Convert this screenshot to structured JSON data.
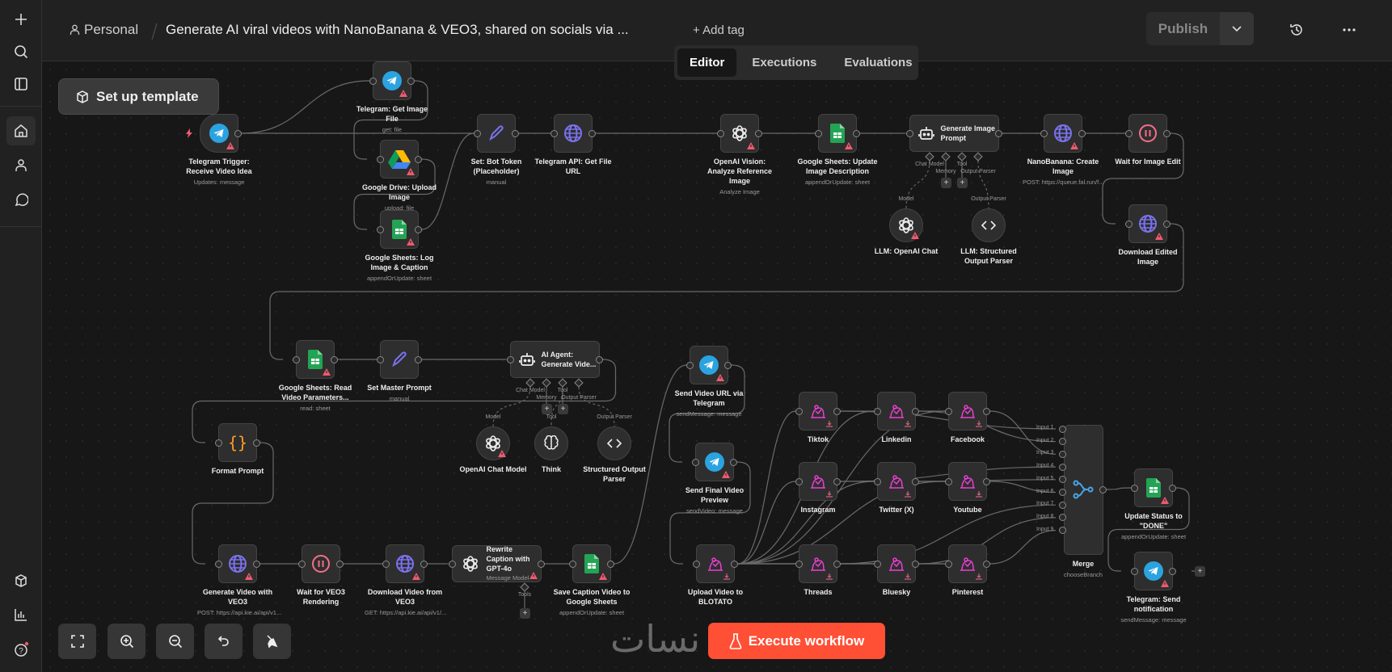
{
  "header": {
    "project": "Personal",
    "title": "Generate AI viral videos with NanoBanana & VEO3, shared on socials via ...",
    "add_tag": "+ Add tag",
    "publish": "Publish"
  },
  "tabs": [
    {
      "label": "Editor",
      "active": true
    },
    {
      "label": "Executions"
    },
    {
      "label": "Evaluations"
    }
  ],
  "setup_template": "Set up template",
  "execute_workflow": "Execute workflow",
  "watermark": "نسات",
  "colors": {
    "accent": "#ff4f35",
    "telegram": "#2aa3e0",
    "globe": "#7b72ee",
    "wait": "#f36f8a",
    "warning": "#ef5a6f",
    "blotato": "#e83fd0"
  },
  "agent_ports": [
    "Chat Model",
    "Memory",
    "Tool",
    "Output Parser"
  ],
  "rewrite_ports": [
    "Tools"
  ],
  "subnode_ports": {
    "model": "Model",
    "tool": "Tool",
    "parser": "Output Parser"
  },
  "merge_inputs": [
    "Input 1",
    "Input 2",
    "Input 3",
    "Input 4",
    "Input 5",
    "Input 6",
    "Input 7",
    "Input 8",
    "Input 9"
  ],
  "nodes": [
    {
      "id": "trigger",
      "label": "Telegram Trigger: Receive Video Idea",
      "sub": "Updates: message",
      "icon": "telegram",
      "kind": "trigger",
      "warn": true
    },
    {
      "id": "getimg",
      "label": "Telegram: Get Image File",
      "sub": "get: file",
      "icon": "telegram",
      "kind": "square",
      "warn": true
    },
    {
      "id": "gdrive",
      "label": "Google Drive: Upload Image",
      "sub": "upload: file",
      "icon": "gdrive",
      "kind": "square",
      "warn": true
    },
    {
      "id": "gslog",
      "label": "Google Sheets: Log Image & Caption",
      "sub": "appendOrUpdate: sheet",
      "icon": "sheets",
      "kind": "square",
      "warn": true
    },
    {
      "id": "setbot",
      "label": "Set: Bot Token (Placeholder)",
      "sub": "manual",
      "icon": "pen",
      "kind": "square",
      "warn": false
    },
    {
      "id": "tgapi",
      "label": "Telegram API: Get File URL",
      "sub": "",
      "icon": "globe",
      "kind": "square",
      "warn": false
    },
    {
      "id": "vision",
      "label": "OpenAI Vision: Analyze Reference Image",
      "sub": "Analyze Image",
      "icon": "openai",
      "kind": "square",
      "warn": true
    },
    {
      "id": "gsupd",
      "label": "Google Sheets: Update Image Description",
      "sub": "appendOrUpdate: sheet",
      "icon": "sheets",
      "kind": "square",
      "warn": true
    },
    {
      "id": "genprompt",
      "label": "Generate Image Prompt",
      "sub": "",
      "icon": "robot",
      "kind": "wide",
      "warn": false
    },
    {
      "id": "nano",
      "label": "NanoBanana: Create Image",
      "sub": "POST: https://queue.fal.run/f...",
      "icon": "globe",
      "kind": "square",
      "warn": true
    },
    {
      "id": "waitimg",
      "label": "Wait for Image Edit",
      "sub": "",
      "icon": "wait",
      "kind": "square",
      "warn": false
    },
    {
      "id": "dlimg",
      "label": "Download Edited Image",
      "sub": "",
      "icon": "globe",
      "kind": "square",
      "warn": true
    },
    {
      "id": "llmchat",
      "label": "LLM: OpenAI Chat",
      "sub": "",
      "icon": "openai",
      "kind": "circle",
      "warn": true
    },
    {
      "id": "llmparser",
      "label": "LLM: Structured Output Parser",
      "sub": "",
      "icon": "code",
      "kind": "circle",
      "warn": false
    },
    {
      "id": "gsread",
      "label": "Google Sheets: Read Video Parameters...",
      "sub": "read: sheet",
      "icon": "sheets",
      "kind": "square",
      "warn": true
    },
    {
      "id": "master",
      "label": "Set Master Prompt",
      "sub": "manual",
      "icon": "pen",
      "kind": "square",
      "warn": false
    },
    {
      "id": "agent",
      "label": "AI Agent: Generate Vide...",
      "sub": "",
      "icon": "robot",
      "kind": "wide",
      "warn": false
    },
    {
      "id": "chatmodel",
      "label": "OpenAI Chat Model",
      "sub": "",
      "icon": "openai",
      "kind": "circle",
      "warn": true
    },
    {
      "id": "think",
      "label": "Think",
      "sub": "",
      "icon": "brain",
      "kind": "circle",
      "warn": false
    },
    {
      "id": "parser",
      "label": "Structured Output Parser",
      "sub": "",
      "icon": "code",
      "kind": "circle",
      "warn": false
    },
    {
      "id": "format",
      "label": "Format Prompt",
      "sub": "",
      "icon": "braces",
      "kind": "square",
      "warn": false
    },
    {
      "id": "genvid",
      "label": "Generate Video with VEO3",
      "sub": "POST: https://api.kie.ai/api/v1...",
      "icon": "globe",
      "kind": "square",
      "warn": true
    },
    {
      "id": "waitveo",
      "label": "Wait for VEO3 Rendering",
      "sub": "",
      "icon": "wait",
      "kind": "square",
      "warn": false
    },
    {
      "id": "dlveo",
      "label": "Download Video from VEO3",
      "sub": "GET: https://api.kie.ai/api/v1/...",
      "icon": "globe",
      "kind": "square",
      "warn": true
    },
    {
      "id": "rewrite",
      "label": "Rewrite Caption with GPT-4o",
      "sub": "Message Model",
      "icon": "openai",
      "kind": "wide",
      "warn": true
    },
    {
      "id": "savecap",
      "label": "Save Caption Video to Google Sheets",
      "sub": "appendOrUpdate: sheet",
      "icon": "sheets",
      "kind": "square",
      "warn": true
    },
    {
      "id": "sendurl",
      "label": "Send Video URL via Telegram",
      "sub": "sendMessage: message",
      "icon": "telegram",
      "kind": "square",
      "warn": true
    },
    {
      "id": "preview",
      "label": "Send Final Video Preview",
      "sub": "sendVideo: message",
      "icon": "telegram",
      "kind": "square",
      "warn": true
    },
    {
      "id": "upload",
      "label": "Upload Video to BLOTATO",
      "sub": "",
      "icon": "blotato",
      "kind": "square",
      "warn": false,
      "blot": true
    },
    {
      "id": "tiktok",
      "label": "Tiktok",
      "sub": "",
      "icon": "blotato",
      "kind": "square",
      "blot": true
    },
    {
      "id": "linkedin",
      "label": "Linkedin",
      "sub": "",
      "icon": "blotato",
      "kind": "square",
      "blot": true
    },
    {
      "id": "facebook",
      "label": "Facebook",
      "sub": "",
      "icon": "blotato",
      "kind": "square",
      "blot": true
    },
    {
      "id": "instagram",
      "label": "Instagram",
      "sub": "",
      "icon": "blotato",
      "kind": "square",
      "blot": true
    },
    {
      "id": "twitter",
      "label": "Twitter (X)",
      "sub": "",
      "icon": "blotato",
      "kind": "square",
      "blot": true
    },
    {
      "id": "youtube",
      "label": "Youtube",
      "sub": "",
      "icon": "blotato",
      "kind": "square",
      "blot": true
    },
    {
      "id": "threads",
      "label": "Threads",
      "sub": "",
      "icon": "blotato",
      "kind": "square",
      "blot": true
    },
    {
      "id": "bluesky",
      "label": "Bluesky",
      "sub": "",
      "icon": "blotato",
      "kind": "square",
      "blot": true
    },
    {
      "id": "pinterest",
      "label": "Pinterest",
      "sub": "",
      "icon": "blotato",
      "kind": "square",
      "blot": true
    },
    {
      "id": "merge",
      "label": "Merge",
      "sub": "chooseBranch",
      "icon": "merge",
      "kind": "tall",
      "warn": false
    },
    {
      "id": "update",
      "label": "Update Status to \"DONE\"",
      "sub": "appendOrUpdate: sheet",
      "icon": "sheets",
      "kind": "square",
      "warn": true
    },
    {
      "id": "notify",
      "label": "Telegram: Send notification",
      "sub": "sendMessage: message",
      "icon": "telegram",
      "kind": "square",
      "warn": true
    }
  ]
}
